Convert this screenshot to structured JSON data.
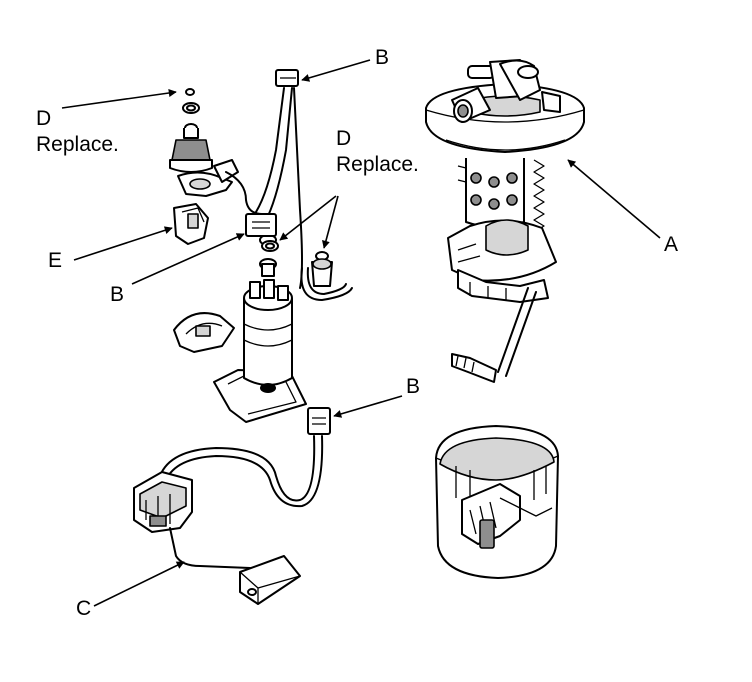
{
  "labels": {
    "a": "A",
    "b_top": "B",
    "b_left": "B",
    "b_right": "B",
    "c": "C",
    "d_left": "D",
    "d_left_note": "Replace.",
    "d_center": "D",
    "d_center_note": "Replace.",
    "e": "E"
  }
}
